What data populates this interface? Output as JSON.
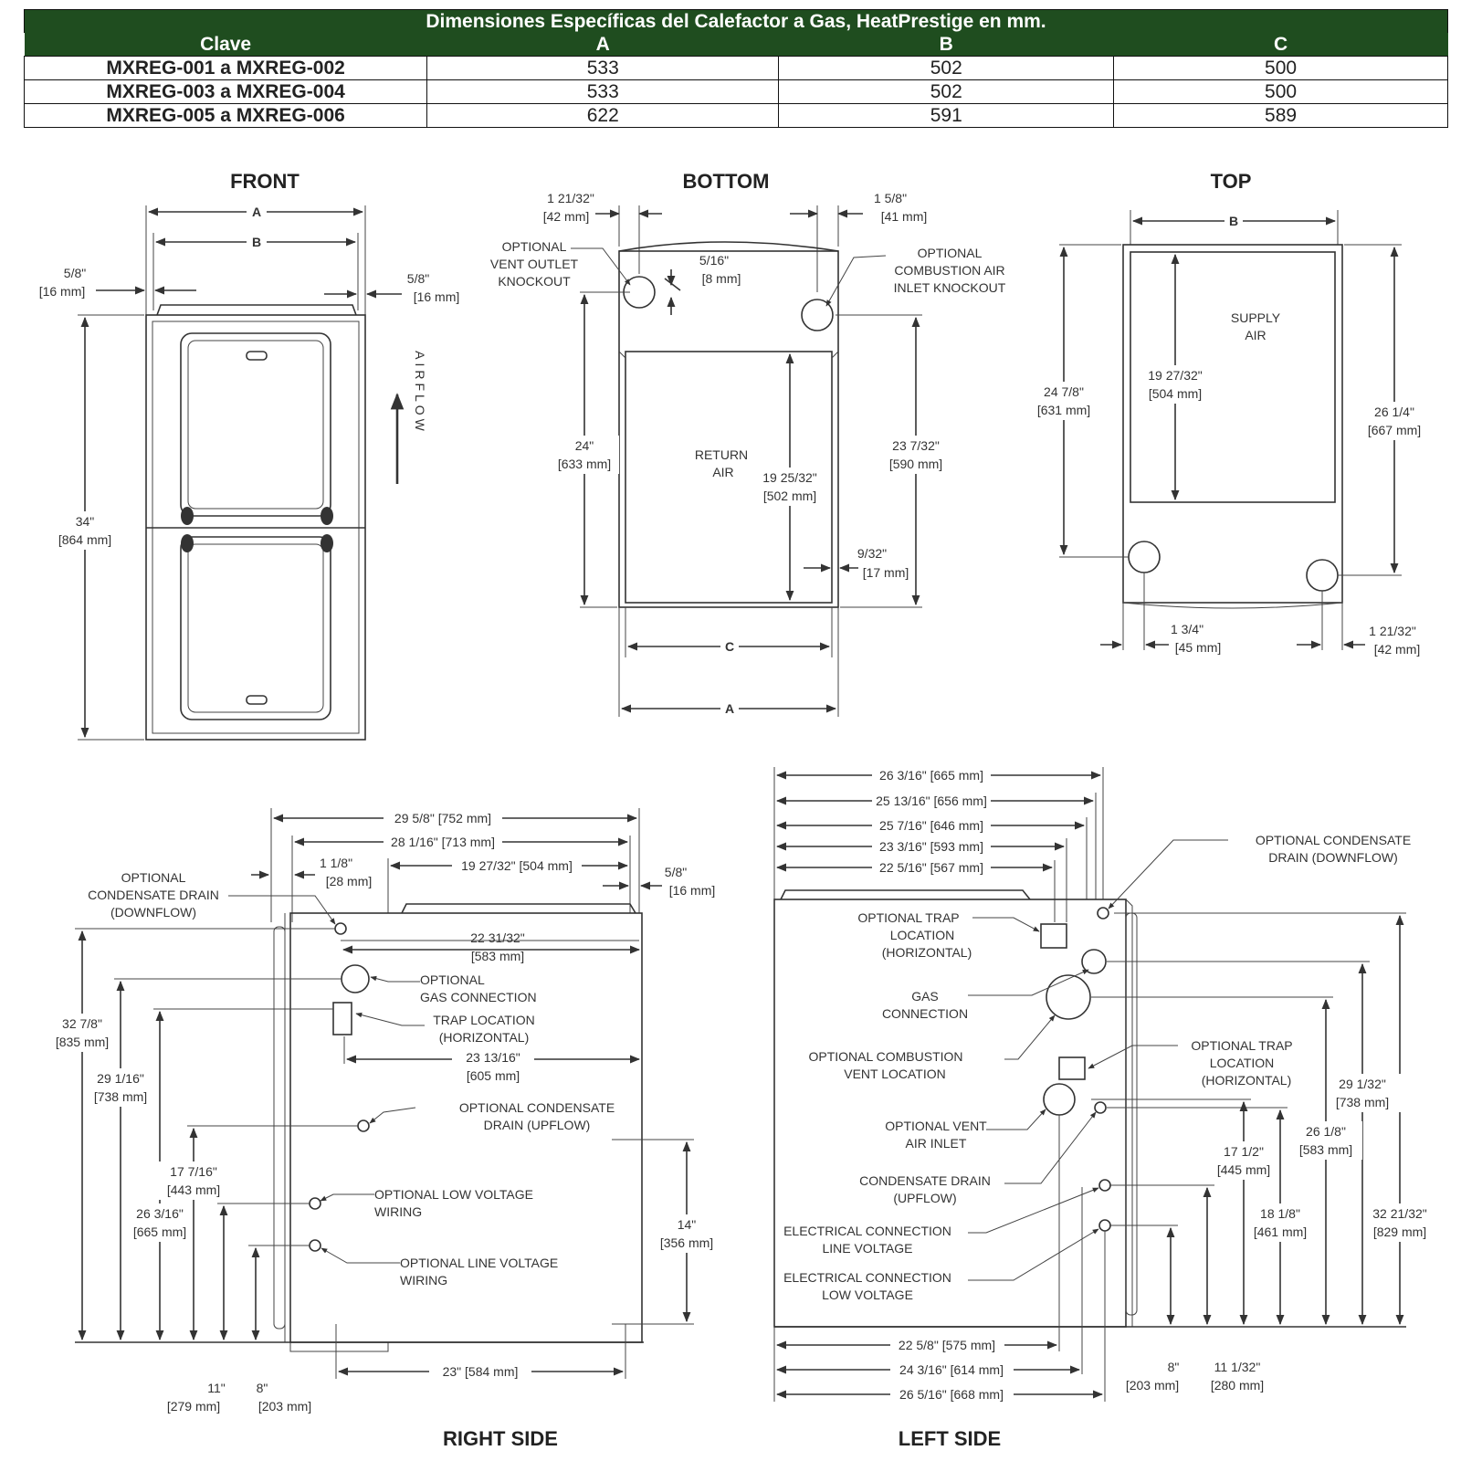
{
  "table": {
    "title": "Dimensiones Específicas del Calefactor a Gas, HeatPrestige en mm.",
    "headers": [
      "Clave",
      "A",
      "B",
      "C"
    ],
    "rows": [
      [
        "MXREG-001 a MXREG-002",
        "533",
        "502",
        "500"
      ],
      [
        "MXREG-003 a MXREG-004",
        "533",
        "502",
        "500"
      ],
      [
        "MXREG-005 a MXREG-006",
        "622",
        "591",
        "589"
      ]
    ]
  },
  "views": {
    "front": {
      "title": "FRONT",
      "dim_a": "A",
      "dim_b": "B",
      "left_offset": [
        "5/8\"",
        "[16 mm]"
      ],
      "right_offset": [
        "5/8\"",
        "[16 mm]"
      ],
      "height": [
        "34\"",
        "[864 mm]"
      ],
      "airflow": "AIRFLOW"
    },
    "bottom": {
      "title": "BOTTOM",
      "top_left": [
        "1 21/32\"",
        "[42 mm]"
      ],
      "top_right": [
        "1 5/8\"",
        "[41 mm]"
      ],
      "small": [
        "5/16\"",
        "[8 mm]"
      ],
      "vent_label": [
        "OPTIONAL",
        "VENT OUTLET",
        "KNOCKOUT"
      ],
      "comb_label": [
        "OPTIONAL",
        "COMBUSTION AIR",
        "INLET KNOCKOUT"
      ],
      "left_height": [
        "24\"",
        "[633 mm]"
      ],
      "return_air": [
        "RETURN",
        "AIR"
      ],
      "inner_height": [
        "19 25/32\"",
        "[502 mm]"
      ],
      "right_height": [
        "23 7/32\"",
        "[590 mm]"
      ],
      "side_gap": [
        "9/32\"",
        "[17 mm]"
      ],
      "dim_c": "C",
      "dim_a": "A"
    },
    "top": {
      "title": "TOP",
      "dim_b": "B",
      "supply_air": [
        "SUPPLY",
        "AIR"
      ],
      "inner_height": [
        "19 27/32\"",
        "[504 mm]"
      ],
      "left_height": [
        "24 7/8\"",
        "[631 mm]"
      ],
      "right_height": [
        "26 1/4\"",
        "[667 mm]"
      ],
      "bottom_left": [
        "1 3/4\"",
        "[45 mm]"
      ],
      "bottom_right": [
        "1 21/32\"",
        "[42 mm]"
      ]
    },
    "right_side": {
      "title": "RIGHT SIDE",
      "overall": "29 5/8\" [752 mm]",
      "second": "28 1/16\" [713 mm]",
      "third": "19 27/32\" [504 mm]",
      "small_left": [
        "1 1/8\"",
        "[28 mm]"
      ],
      "small_right": [
        "5/8\"",
        "[16 mm]"
      ],
      "cond_drain_down": [
        "OPTIONAL",
        "CONDENSATE DRAIN",
        "(DOWNFLOW)"
      ],
      "d583": [
        "22 31/32\"",
        "[583 mm]"
      ],
      "gas_conn": [
        "OPTIONAL",
        "GAS CONNECTION"
      ],
      "trap": [
        "TRAP LOCATION",
        "(HORIZONTAL)"
      ],
      "d605": [
        "23 13/16\"",
        "[605 mm]"
      ],
      "cond_drain_up": [
        "OPTIONAL CONDENSATE",
        "DRAIN (UPFLOW)"
      ],
      "low_volt": [
        "OPTIONAL LOW VOLTAGE",
        "WIRING"
      ],
      "line_volt": [
        "OPTIONAL LINE VOLTAGE",
        "WIRING"
      ],
      "h835": [
        "32 7/8\"",
        "[835 mm]"
      ],
      "h738": [
        "29 1/16\"",
        "[738 mm]"
      ],
      "h443": [
        "17 7/16\"",
        "[443 mm]"
      ],
      "h665": [
        "26 3/16\"",
        "[665 mm]"
      ],
      "h356": [
        "14\"",
        "[356 mm]"
      ],
      "bottom_width": "23\" [584 mm]",
      "b279": [
        "11\"",
        "[279 mm]"
      ],
      "b203": [
        "8\"",
        "[203 mm]"
      ]
    },
    "left_side": {
      "title": "LEFT SIDE",
      "w665": "26 3/16\" [665 mm]",
      "w656": "25 13/16\" [656 mm]",
      "w646": "25 7/16\" [646 mm]",
      "w593": "23 3/16\" [593 mm]",
      "w567": "22 5/16\" [567 mm]",
      "cond_drain_down": [
        "OPTIONAL CONDENSATE",
        "DRAIN (DOWNFLOW)"
      ],
      "opt_trap_h": [
        "OPTIONAL TRAP",
        "LOCATION",
        "(HORIZONTAL)"
      ],
      "gas_conn": [
        "GAS",
        "CONNECTION"
      ],
      "opt_trap_h2": [
        "OPTIONAL TRAP",
        "LOCATION",
        "(HORIZONTAL)"
      ],
      "opt_comb": [
        "OPTIONAL COMBUSTION",
        "VENT LOCATION"
      ],
      "opt_vent": [
        "OPTIONAL VENT",
        "AIR INLET"
      ],
      "cond_up": [
        "CONDENSATE DRAIN",
        "(UPFLOW)"
      ],
      "elec_line": [
        "ELECTRICAL CONNECTION",
        "LINE VOLTAGE"
      ],
      "elec_low": [
        "ELECTRICAL CONNECTION",
        "LOW VOLTAGE"
      ],
      "h738": [
        "29 1/32\"",
        "[738 mm]"
      ],
      "h583": [
        "26 1/8\"",
        "[583 mm]"
      ],
      "h445": [
        "17 1/2\"",
        "[445 mm]"
      ],
      "h461": [
        "18 1/8\"",
        "[461 mm]"
      ],
      "h829": [
        "32 21/32\"",
        "[829 mm]"
      ],
      "b575": "22 5/8\" [575 mm]",
      "b614": "24 3/16\" [614 mm]",
      "b668": "26 5/16\" [668 mm]",
      "b203": [
        "8\"",
        "[203 mm]"
      ],
      "b280": [
        "11 1/32\"",
        "[280 mm]"
      ]
    }
  }
}
